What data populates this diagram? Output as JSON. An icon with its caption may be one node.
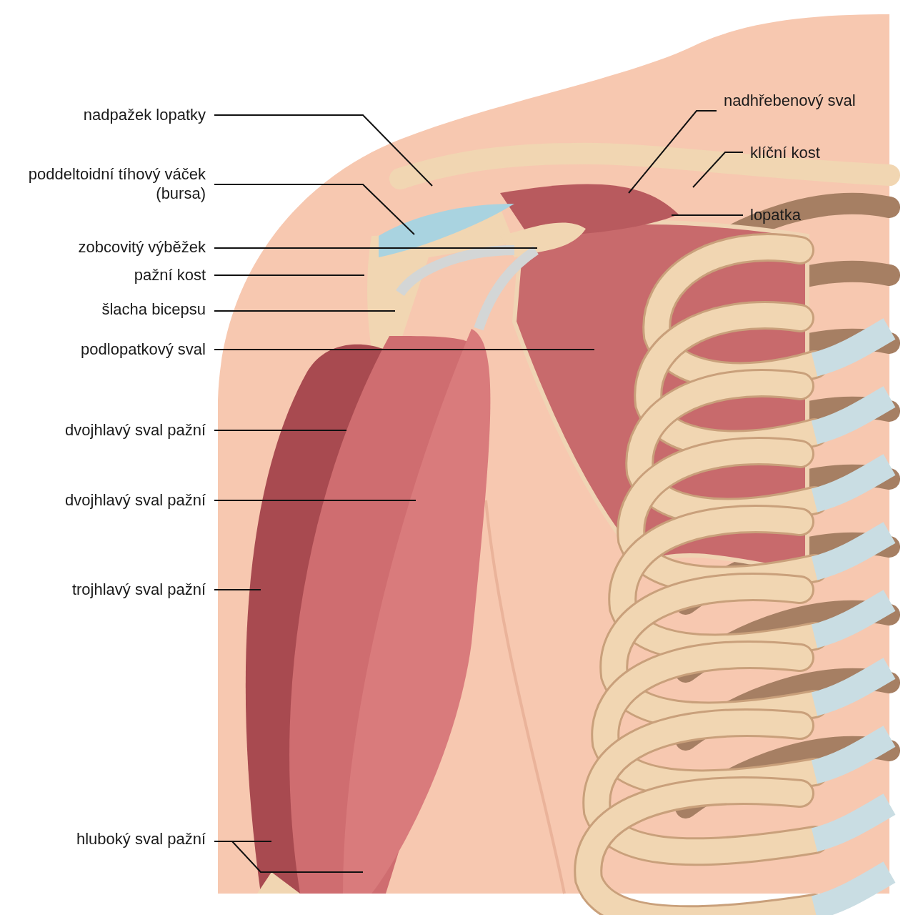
{
  "diagram": {
    "nodes": [
      {
        "text": [
          "nadpažek lopatky"
        ]
      },
      {
        "text": [
          "poddeltoidní tíhový váček (bursa)"
        ]
      },
      {
        "text": [
          "zobcovitý výběžek"
        ]
      },
      {
        "text": [
          "pažní kost"
        ]
      },
      {
        "text": [
          "šlacha bicepsu"
        ]
      },
      {
        "text": [
          "podlopatkový sval"
        ]
      },
      {
        "text": [
          "dvojhlavý sval pažní"
        ]
      },
      {
        "text": [
          "dvojhlavý sval pažní"
        ]
      },
      {
        "text": [
          "trojhlavý sval pažní"
        ]
      },
      {
        "text": [
          "hluboký sval pažní"
        ]
      },
      {
        "text": [
          "nadhřebenový sval"
        ]
      },
      {
        "text": [
          "klíční kost"
        ]
      },
      {
        "text": [
          "lopatka"
        ]
      }
    ],
    "edges": [
      {
        "from": 0,
        "to": null,
        "arrow": "none"
      },
      {
        "from": 1,
        "to": null,
        "arrow": "none"
      },
      {
        "from": 2,
        "to": null,
        "arrow": "none"
      },
      {
        "from": 3,
        "to": null,
        "arrow": "none"
      },
      {
        "from": 4,
        "to": null,
        "arrow": "none"
      },
      {
        "from": 5,
        "to": null,
        "arrow": "none"
      },
      {
        "from": 6,
        "to": null,
        "arrow": "none"
      },
      {
        "from": 7,
        "to": null,
        "arrow": "none"
      },
      {
        "from": 8,
        "to": null,
        "arrow": "none"
      },
      {
        "from": 9,
        "to": null,
        "arrow": "none"
      },
      {
        "from": 9,
        "to": null,
        "arrow": "none"
      },
      {
        "from": 10,
        "to": null,
        "arrow": "none"
      },
      {
        "from": 11,
        "to": null,
        "arrow": "none"
      },
      {
        "from": 12,
        "to": null,
        "arrow": "none"
      }
    ]
  }
}
